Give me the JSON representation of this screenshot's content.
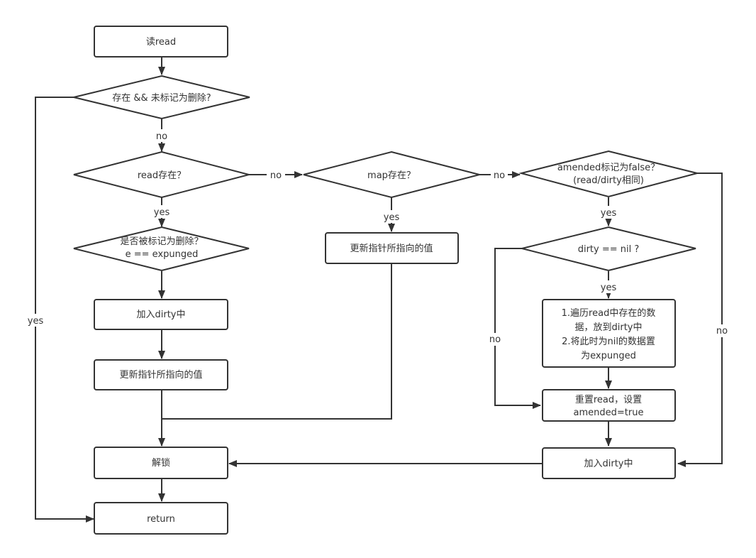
{
  "nodes": {
    "read_box": "读read",
    "check_exists_not_deleted": "存在 && 未标记为删除?",
    "read_exists": "read存在？",
    "is_expunged_line1": "是否被标记为删除？",
    "is_expunged_line2": "e == expunged",
    "add_dirty_left": "加入dirty中",
    "update_ptr_left": "更新指针所指向的值",
    "unlock": "解锁",
    "return": "return",
    "map_exists": "map存在？",
    "update_ptr_mid": "更新指针所指向的值",
    "amended_false_line1": "amended标记为false？",
    "amended_false_line2": "(read/dirty相同)",
    "dirty_nil": "dirty == nil ?",
    "traverse_line1": "1.遍历read中存在的数",
    "traverse_line2": "据，放到dirty中",
    "traverse_line3": "2.将此时为nil的数据置",
    "traverse_line4": "为expunged",
    "reset_line1": "重置read，设置",
    "reset_line2": "amended=true",
    "add_dirty_right": "加入dirty中"
  },
  "edge_labels": {
    "no_1": "no",
    "yes_1": "yes",
    "yes_left": "yes",
    "no_2": "no",
    "yes_2": "yes",
    "no_3": "no",
    "yes_3": "yes",
    "yes_4": "yes",
    "no_4": "no",
    "no_5": "no"
  }
}
